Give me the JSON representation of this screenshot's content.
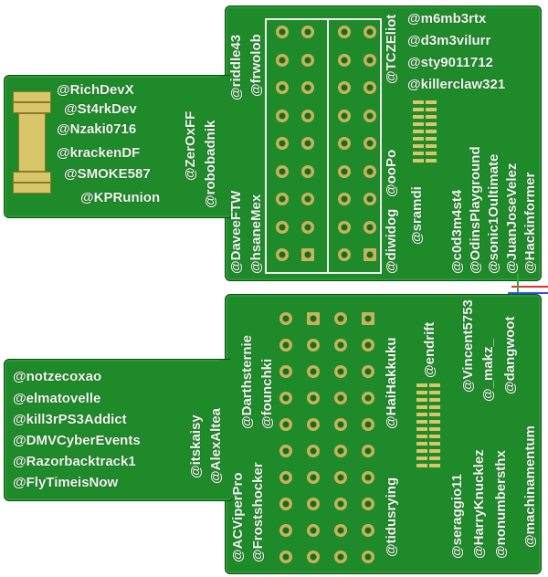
{
  "top_board": {
    "tab_names": [
      "@RichDevX",
      "@St4rkDev",
      "@Nzaki0716",
      "@krackenDF",
      "@SMOKE587",
      "@KPRunion"
    ],
    "rotated_left": [
      "@ZerOxFF",
      "@robobadnik",
      "@riddle43",
      "@frwolob",
      "@DaveeFTW",
      "@hsaneMex"
    ],
    "rotated_mid": [
      "@diwidog",
      "@ooPo",
      "@TCZEliot",
      "@sramdi"
    ],
    "right_names": [
      "@m6mb3rtx",
      "@d3m3vilurr",
      "@sty9011712",
      "@killerclaw321"
    ],
    "rotated_right": [
      "@c0d3m4st4",
      "@OdinsPlayground",
      "@sonic1Oultimate",
      "@JuanJoseVelez",
      "@Hackinformer"
    ]
  },
  "bottom_board": {
    "wing_names": [
      "@notzecoxao",
      "@elmatovelle",
      "@kill3rPS3Addict",
      "@DMVCyberEvents",
      "@Razorbacktrack1",
      "@FlyTimeisNow"
    ],
    "rotated_left": [
      "@itskaisy",
      "@AlexAltea",
      "@ACViperPro",
      "@Darthsternie",
      "@Frostshocker",
      "@founchki"
    ],
    "rotated_mid": [
      "@tidusrying",
      "@HaiHakkuku",
      "@endrift"
    ],
    "rotated_right": [
      "@seraggio11",
      "@Vincent5753",
      "@HarryKnucklez",
      "@_makz_",
      "@nonumbersthx",
      "@dangwoot",
      "@machinamentum"
    ]
  },
  "colors": {
    "pcb": "#1f8a2a",
    "silkscreen": "#f4f4f4",
    "copper": "#c6b45a"
  }
}
